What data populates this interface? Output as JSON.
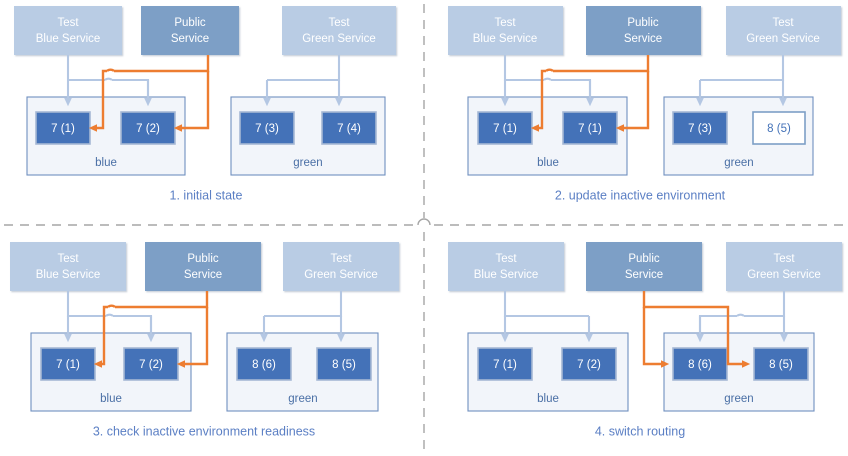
{
  "colors": {
    "service_light": "#b9cce4",
    "service_dark": "#7d9fc6",
    "instance_fill": "#4472b8",
    "instance_border": "#a6b8d4",
    "instance_outline_fill": "#ffffff",
    "instance_outline_border": "#7d9fc6",
    "env_fill": "#f2f5fa",
    "env_border": "#6f8fbf",
    "arrow_blue": "#b4c7e3",
    "arrow_orange": "#ed7d31",
    "text_white": "#ffffff",
    "text_blue": "#4a6fa5",
    "caption_blue": "#5b7fc4",
    "divider": "#a6a6a6"
  },
  "services": {
    "test_blue": "Test\nBlue Service",
    "test_blue_line1": "Test",
    "test_blue_line2": "Blue Service",
    "public": "Public\nService",
    "public_line1": "Public",
    "public_line2": "Service",
    "test_green": "Test\nGreen Service",
    "test_green_line1": "Test",
    "test_green_line2": "Green Service"
  },
  "environments": {
    "blue": "blue",
    "green": "green"
  },
  "panels": [
    {
      "id": "panel-1",
      "caption": "1. initial state",
      "blue_env": {
        "label": "blue",
        "instances": [
          {
            "label": "7 (1)",
            "style": "filled"
          },
          {
            "label": "7 (2)",
            "style": "filled"
          }
        ]
      },
      "green_env": {
        "label": "green",
        "instances": [
          {
            "label": "7 (3)",
            "style": "filled"
          },
          {
            "label": "7 (4)",
            "style": "filled"
          }
        ]
      },
      "public_routes_to": "blue"
    },
    {
      "id": "panel-2",
      "caption": "2. update inactive environment",
      "blue_env": {
        "label": "blue",
        "instances": [
          {
            "label": "7 (1)",
            "style": "filled"
          },
          {
            "label": "7 (1)",
            "style": "filled"
          }
        ]
      },
      "green_env": {
        "label": "green",
        "instances": [
          {
            "label": "7 (3)",
            "style": "filled"
          },
          {
            "label": "8 (5)",
            "style": "outline"
          }
        ]
      },
      "public_routes_to": "blue"
    },
    {
      "id": "panel-3",
      "caption": "3. check inactive environment readiness",
      "blue_env": {
        "label": "blue",
        "instances": [
          {
            "label": "7 (1)",
            "style": "filled"
          },
          {
            "label": "7 (2)",
            "style": "filled"
          }
        ]
      },
      "green_env": {
        "label": "green",
        "instances": [
          {
            "label": "8 (6)",
            "style": "filled"
          },
          {
            "label": "8 (5)",
            "style": "filled"
          }
        ]
      },
      "public_routes_to": "blue"
    },
    {
      "id": "panel-4",
      "caption": "4. switch routing",
      "blue_env": {
        "label": "blue",
        "instances": [
          {
            "label": "7 (1)",
            "style": "filled"
          },
          {
            "label": "7 (2)",
            "style": "filled"
          }
        ]
      },
      "green_env": {
        "label": "green",
        "instances": [
          {
            "label": "8 (6)",
            "style": "filled"
          },
          {
            "label": "8 (5)",
            "style": "filled"
          }
        ]
      },
      "public_routes_to": "green"
    }
  ]
}
